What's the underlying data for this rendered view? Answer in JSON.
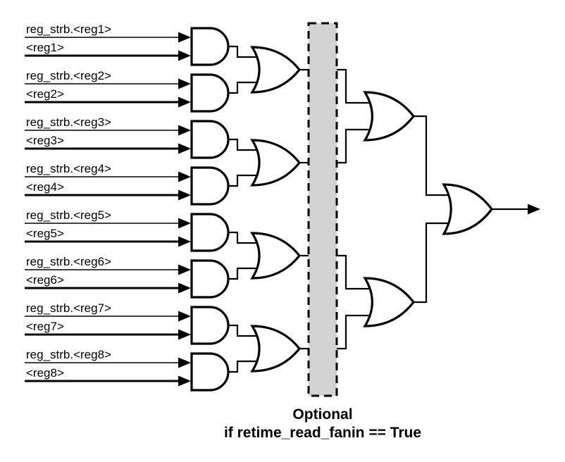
{
  "diagram": {
    "inputs": [
      {
        "strobe": "reg_strb.<reg1>",
        "reg": "<reg1>"
      },
      {
        "strobe": "reg_strb.<reg2>",
        "reg": "<reg2>"
      },
      {
        "strobe": "reg_strb.<reg3>",
        "reg": "<reg3>"
      },
      {
        "strobe": "reg_strb.<reg4>",
        "reg": "<reg4>"
      },
      {
        "strobe": "reg_strb.<reg5>",
        "reg": "<reg5>"
      },
      {
        "strobe": "reg_strb.<reg6>",
        "reg": "<reg6>"
      },
      {
        "strobe": "reg_strb.<reg7>",
        "reg": "<reg7>"
      },
      {
        "strobe": "reg_strb.<reg8>",
        "reg": "<reg8>"
      }
    ],
    "caption": {
      "line1": "Optional",
      "line2": "if retime_read_fanin == True"
    },
    "colors": {
      "line": "#000000",
      "gate_fill": "#ffffff",
      "optional_region_fill": "#d2d2d2",
      "background": "#ffffff"
    }
  }
}
